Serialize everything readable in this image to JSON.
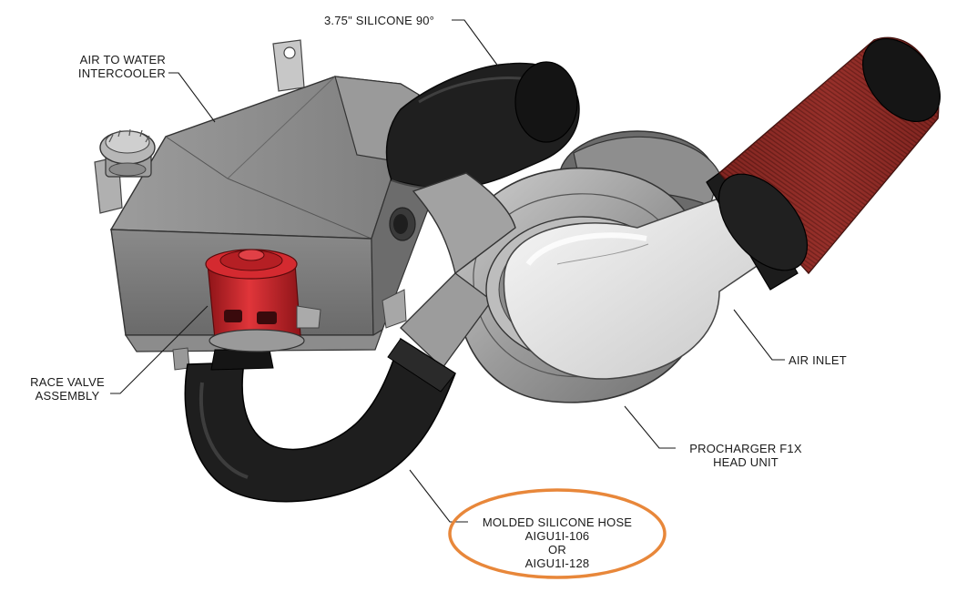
{
  "labels": {
    "silicone90": "3.75\" SILICONE 90°",
    "intercooler": [
      "AIR TO WATER",
      "INTERCOOLER"
    ],
    "race_valve": [
      "RACE VALVE",
      "ASSEMBLY"
    ],
    "air_inlet": "AIR INLET",
    "procharger": [
      "PROCHARGER F1X",
      "HEAD UNIT"
    ],
    "molded_hose": [
      "MOLDED SILICONE HOSE",
      "AIGU1I-106",
      "OR",
      "AIGU1I-128"
    ]
  },
  "colors": {
    "highlight_ellipse": "#e8873a",
    "intercooler_body": "#8a8a8a",
    "hose": "#222222",
    "race_valve": "#c0232a",
    "filter": "#8c2a24",
    "head_unit": "#a9a9a9",
    "inlet_pipe": "#e6e6e6"
  }
}
